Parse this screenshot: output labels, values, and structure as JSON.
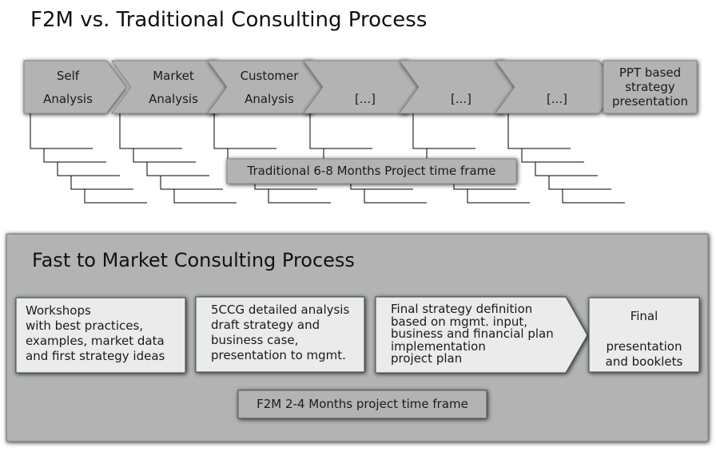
{
  "title": "F2M vs. Traditional Consulting Process",
  "traditional": {
    "steps": [
      [
        "Self",
        "Analysis"
      ],
      [
        "Market",
        "Analysis"
      ],
      [
        "Customer",
        "Analysis"
      ],
      [
        "",
        "[...]"
      ],
      [
        "",
        "[...]"
      ],
      [
        "",
        "[...]"
      ]
    ],
    "final": [
      "PPT based",
      "strategy",
      "presentation"
    ],
    "timeframe": "Traditional 6-8 Months Project time frame"
  },
  "f2m": {
    "title": "Fast to Market Consulting Process",
    "boxes": [
      [
        "Workshops",
        "with best practices,",
        "examples, market data",
        "and first strategy ideas"
      ],
      [
        "5CCG detailed analysis",
        "draft strategy and",
        "business  case,",
        "presentation to mgmt."
      ],
      [
        "Final strategy definition",
        "based on mgmt. input,",
        "business and financial plan",
        "implementation",
        "project plan"
      ],
      [
        "Final",
        "",
        "presentation",
        "and booklets"
      ]
    ],
    "timeframe": "F2M 2-4 Months project time frame"
  },
  "colors": {
    "chevron": "#b3b3b3",
    "box": "#ebebeb",
    "border": "#2f4f4f"
  }
}
